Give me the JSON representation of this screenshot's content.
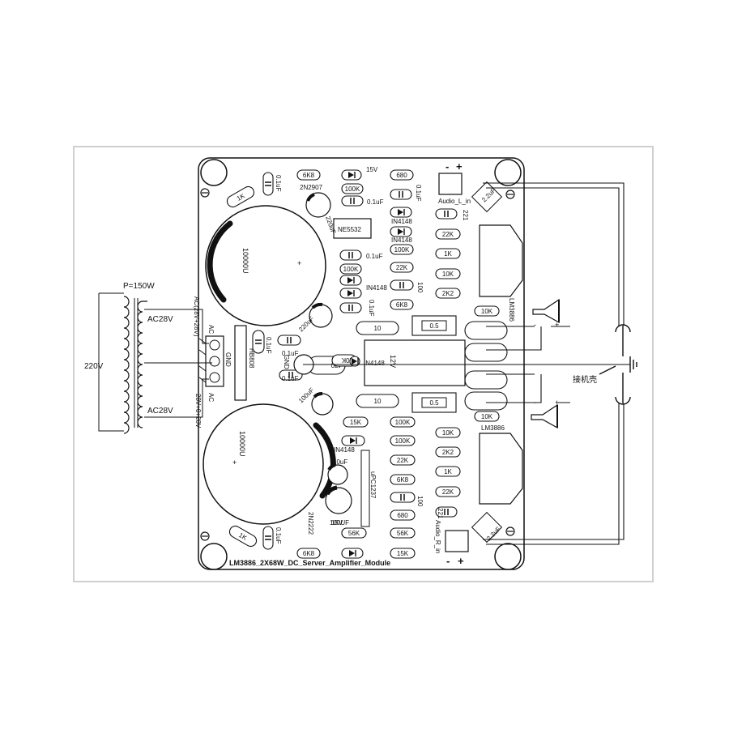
{
  "board": {
    "title": "LM3886_2X68W_DC_Server_Amplifier_Module"
  },
  "transformer": {
    "power": "P=150W",
    "primary": "220V",
    "secondary_top": "AC28V",
    "secondary_bottom": "AC28V"
  },
  "power_input": {
    "top_label": "AC(28V+28V)",
    "pins_top": "AC",
    "pins_mid": "GND",
    "pins_bot": "AC",
    "bottom_label": "28V+0+28V"
  },
  "chassis_label": "接机壳",
  "top_section": {
    "res_6k8": "6K8",
    "voltage": "15V",
    "res_680": "680",
    "res_1k": "1K",
    "cap_01a": "0.1uF",
    "transistor": "2N2907",
    "res_100k_a": "100K",
    "cap_01b": "0.1uF",
    "cap_01c": "0.1uF",
    "cap_220": "220uF",
    "ic_ne5532": "NE5532",
    "diode_in4148_a": "IN4148",
    "diode_in4148_b": "IN4148",
    "res_221": "221",
    "res_22k_a": "22K",
    "big_cap": "10000U",
    "cap_01d": "0.1uF",
    "res_1k_b": "1K",
    "res_100k_b": "100K",
    "res_22k_b": "22K",
    "res_10k_a": "10K",
    "diode_in4148_c": "IN4148",
    "res_100": "100",
    "res_2k2": "2K2",
    "cap_01e": "0.1uF",
    "res_6k8_b": "6K8",
    "res_10k_b": "10K",
    "cap_220_b": "220uF",
    "lm3886": "LM3886",
    "audio_in": "Audio_L_in",
    "cap_22u": "2.2uF",
    "res_10": "10",
    "res_05": "0.5"
  },
  "middle_section": {
    "ac_label": "AC",
    "gnd_label": "GND",
    "bridge": "HB808",
    "cap_01_left": "0.1uF",
    "cap_01_right": "0.1uF",
    "cap_01_lower": "0.1uF",
    "gnd": "GND",
    "res_470": "470",
    "res_10k_mid": "10K",
    "diode_in4148": "IN4148",
    "relay": "12V",
    "cap_100u": "100uF"
  },
  "bottom_section": {
    "res_10": "10",
    "res_05": "0.5",
    "lm3886": "LM3886",
    "res_10k_out": "10K",
    "res_15k": "15K",
    "res_100k_a": "100K",
    "res_10k_a": "10K",
    "res_100k_b": "100K",
    "res_2k2": "2K2",
    "diode_in4148": "IN4148",
    "big_cap": "10000U",
    "cap_10u": "10uF",
    "res_22k_a": "22K",
    "res_1k": "1K",
    "ic": "uPC1237",
    "res_6k8_a": "6K8",
    "res_22k_b": "22K",
    "cap_100uf": "100UF",
    "res_680": "680",
    "res_100": "100",
    "res_221": "221",
    "transistor": "2N2222",
    "voltage": "15V",
    "res_56k_a": "56K",
    "res_56k_b": "56K",
    "audio_in": "Audio_R_in",
    "cap_22u": "2.2uF",
    "res_1k_b": "1K",
    "cap_01": "0.1uF",
    "res_6k8_b": "6K8",
    "res_15k_b": "15K"
  },
  "polarity": {
    "minus": "-",
    "plus": "+",
    "minus2": "-",
    "plus2": "+",
    "spk_minus_top": "-",
    "spk_plus_top": "+",
    "spk_minus_bot": "-",
    "spk_plus_bot": "+"
  }
}
